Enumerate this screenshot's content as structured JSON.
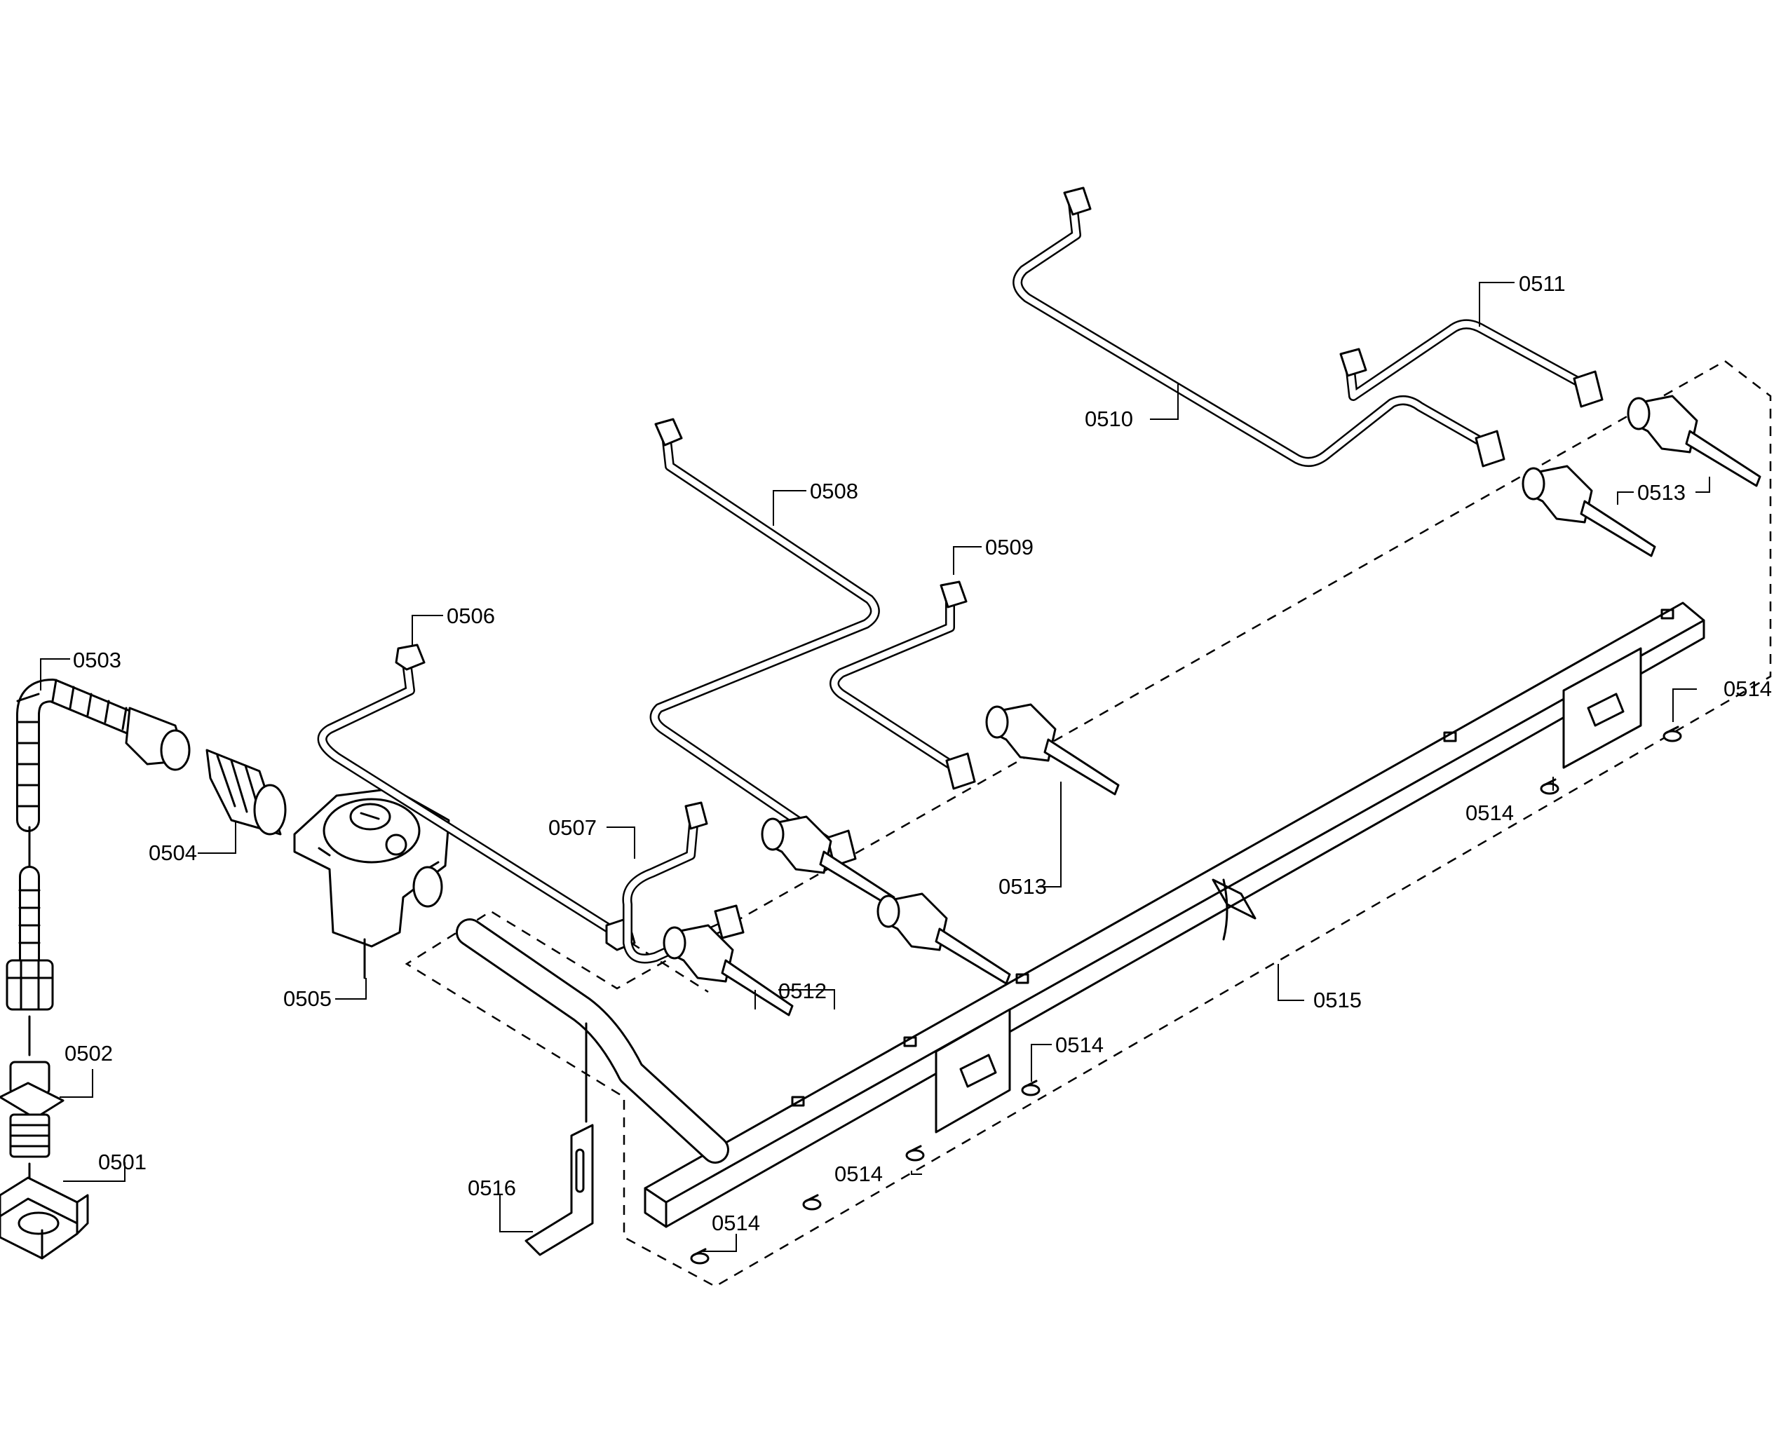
{
  "labels": {
    "p0501": "0501",
    "p0502": "0502",
    "p0503": "0503",
    "p0504": "0504",
    "p0505": "0505",
    "p0506": "0506",
    "p0507": "0507",
    "p0508": "0508",
    "p0509": "0509",
    "p0510": "0510",
    "p0511": "0511",
    "p0512": "0512",
    "p0513": "0513",
    "p0514": "0514",
    "p0515": "0515",
    "p0516": "0516"
  }
}
